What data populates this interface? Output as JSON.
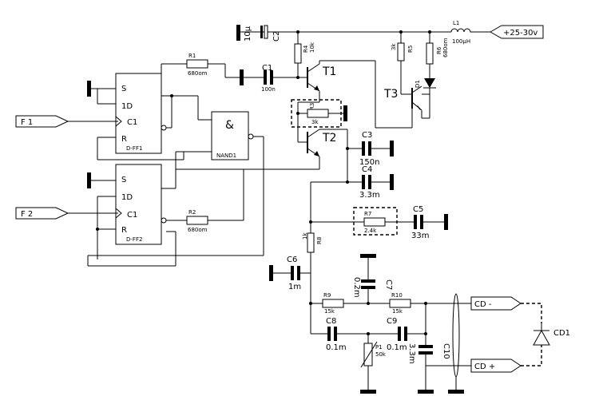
{
  "circuit": {
    "power": {
      "label": "+25-30v",
      "inductor_name": "L1",
      "inductor_value": "100µH"
    },
    "capacitors": [
      {
        "name": "C2",
        "value": "10µ"
      },
      {
        "name": "C1",
        "value": "100n"
      },
      {
        "name": "C3",
        "value": "150n"
      },
      {
        "name": "C4",
        "value": "3.3m"
      },
      {
        "name": "C5",
        "value": "33m"
      },
      {
        "name": "C6",
        "value": "1m"
      },
      {
        "name": "C7",
        "value": "0.2m"
      },
      {
        "name": "C8",
        "value": "0.1m"
      },
      {
        "name": "C9",
        "value": "0.1m"
      },
      {
        "name": "C10",
        "value": "3.3m"
      }
    ],
    "resistors": [
      {
        "name": "R1",
        "value": "680om"
      },
      {
        "name": "R2",
        "value": "680om"
      },
      {
        "name": "R3",
        "value": "3k"
      },
      {
        "name": "R4",
        "value": "10k"
      },
      {
        "name": "R5",
        "value": "3k"
      },
      {
        "name": "R6",
        "value": "680om"
      },
      {
        "name": "R7",
        "value": "2.4k"
      },
      {
        "name": "R8",
        "value": "1k"
      },
      {
        "name": "R9",
        "value": "15k"
      },
      {
        "name": "R10",
        "value": "15k"
      }
    ],
    "potentiometer": {
      "name": "P1",
      "value": "50k"
    },
    "transistors": [
      "T1",
      "T2",
      "T3"
    ],
    "diodes": {
      "d1": "D1",
      "cd1": "CD1"
    },
    "flipflops": [
      {
        "name": "D-FF1",
        "pins": [
          "S",
          "1D",
          "C1",
          "R"
        ]
      },
      {
        "name": "D-FF2",
        "pins": [
          "S",
          "1D",
          "C1",
          "R"
        ]
      }
    ],
    "gate": {
      "name": "NAND1",
      "symbol": "&"
    },
    "inputs": [
      "F 1",
      "F 2"
    ],
    "outputs": [
      "CD -",
      "CD +"
    ]
  }
}
